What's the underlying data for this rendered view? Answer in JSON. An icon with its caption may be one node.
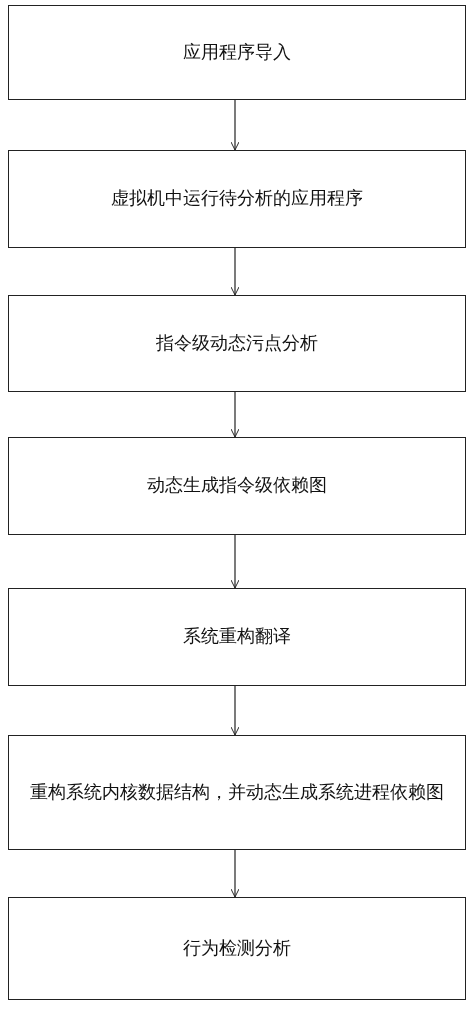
{
  "diagram": {
    "nodes": [
      {
        "text": [
          "应用程序导入"
        ]
      },
      {
        "text": [
          "虚拟机中运行待分析的应用程序"
        ]
      },
      {
        "text": [
          "指令级动态污点分析"
        ]
      },
      {
        "text": [
          "动态生成指令级依赖图"
        ]
      },
      {
        "text": [
          "系统重构翻译"
        ]
      },
      {
        "text": [
          "重构系统内核数据结构，并动态生成系统进程依赖图"
        ]
      },
      {
        "text": [
          "行为检测分析"
        ]
      }
    ],
    "edges": [
      {
        "from": 0,
        "to": 1,
        "arrow": "to"
      },
      {
        "from": 1,
        "to": 2,
        "arrow": "to"
      },
      {
        "from": 2,
        "to": 3,
        "arrow": "to"
      },
      {
        "from": 3,
        "to": 4,
        "arrow": "to"
      },
      {
        "from": 4,
        "to": 5,
        "arrow": "to"
      },
      {
        "from": 5,
        "to": 6,
        "arrow": "to"
      }
    ]
  }
}
